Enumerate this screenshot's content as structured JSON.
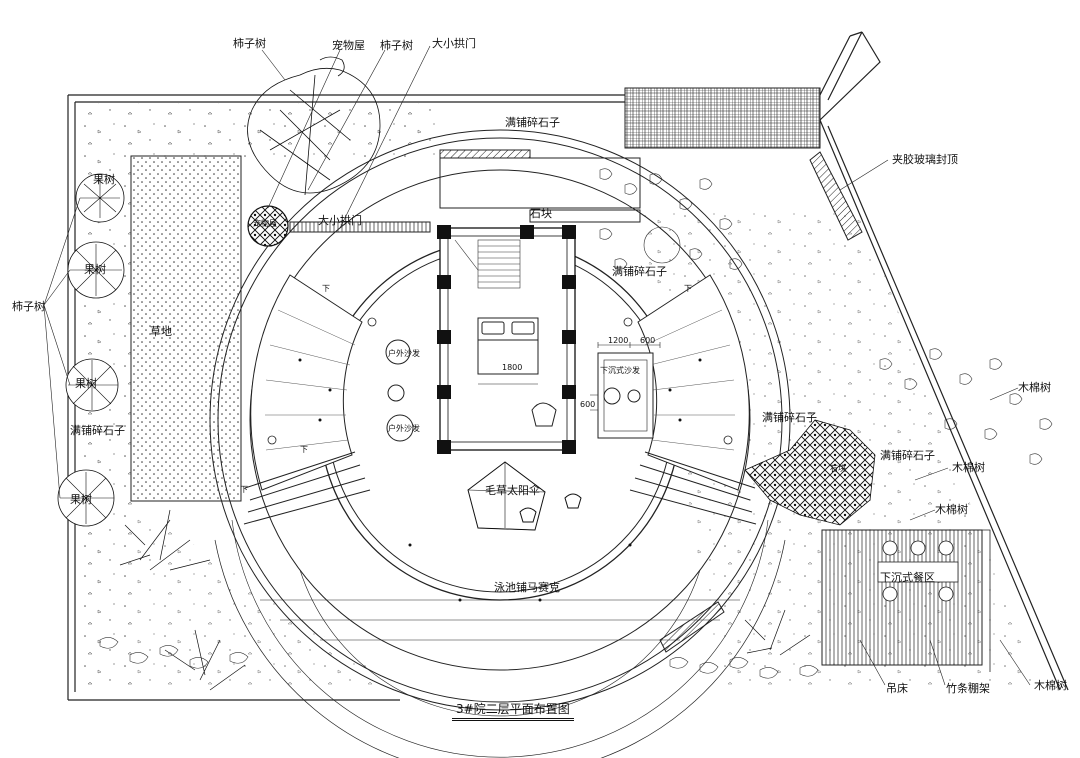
{
  "plan": {
    "title": "3#院二层平面布置图",
    "labels": {
      "persimmon_tree_top": "柿子树",
      "pet_house": "宠物屋",
      "persimmon_tree_mid": "柿子树",
      "small_arch_gate_top": "大小拱门",
      "gravel_top": "满铺碎石子",
      "laminated_glass_roof": "夹胶玻璃封顶",
      "fruit_tree_1": "果树",
      "fruit_tree_2": "果树",
      "fruit_tree_3": "果树",
      "fruit_tree_4": "果树",
      "persimmon_tree_left": "柿子树",
      "gravel_left": "满铺碎石子",
      "lawn": "草地",
      "pet_house_inner": "宠物屋",
      "small_arch_gate_inner": "大小拱门",
      "stone_block": "石块",
      "gravel_right_top": "满铺碎石子",
      "gravel_right_mid": "满铺碎石子",
      "gravel_right_low": "满铺碎石子",
      "stone_block_2": "石块",
      "kapok_tree_1": "木棉树",
      "kapok_tree_2": "木棉树",
      "kapok_tree_3": "木棉树",
      "kapok_tree_4": "木棉树",
      "sunken_dining": "下沉式餐区",
      "thatch_umbrella": "毛草太阳伞",
      "pool_mosaic": "泳池铺马赛克",
      "hammock": "吊床",
      "bamboo_trellis": "竹条棚架",
      "down_1": "下",
      "down_2": "下",
      "down_3": "下",
      "down_4": "下",
      "dim_1": "1800",
      "dim_2": "1200",
      "dim_3": "600",
      "dim_4": "600",
      "sofa_1": "户外沙发",
      "sofa_2": "户外沙发",
      "sunken_sofa": "下沉式沙发"
    }
  }
}
